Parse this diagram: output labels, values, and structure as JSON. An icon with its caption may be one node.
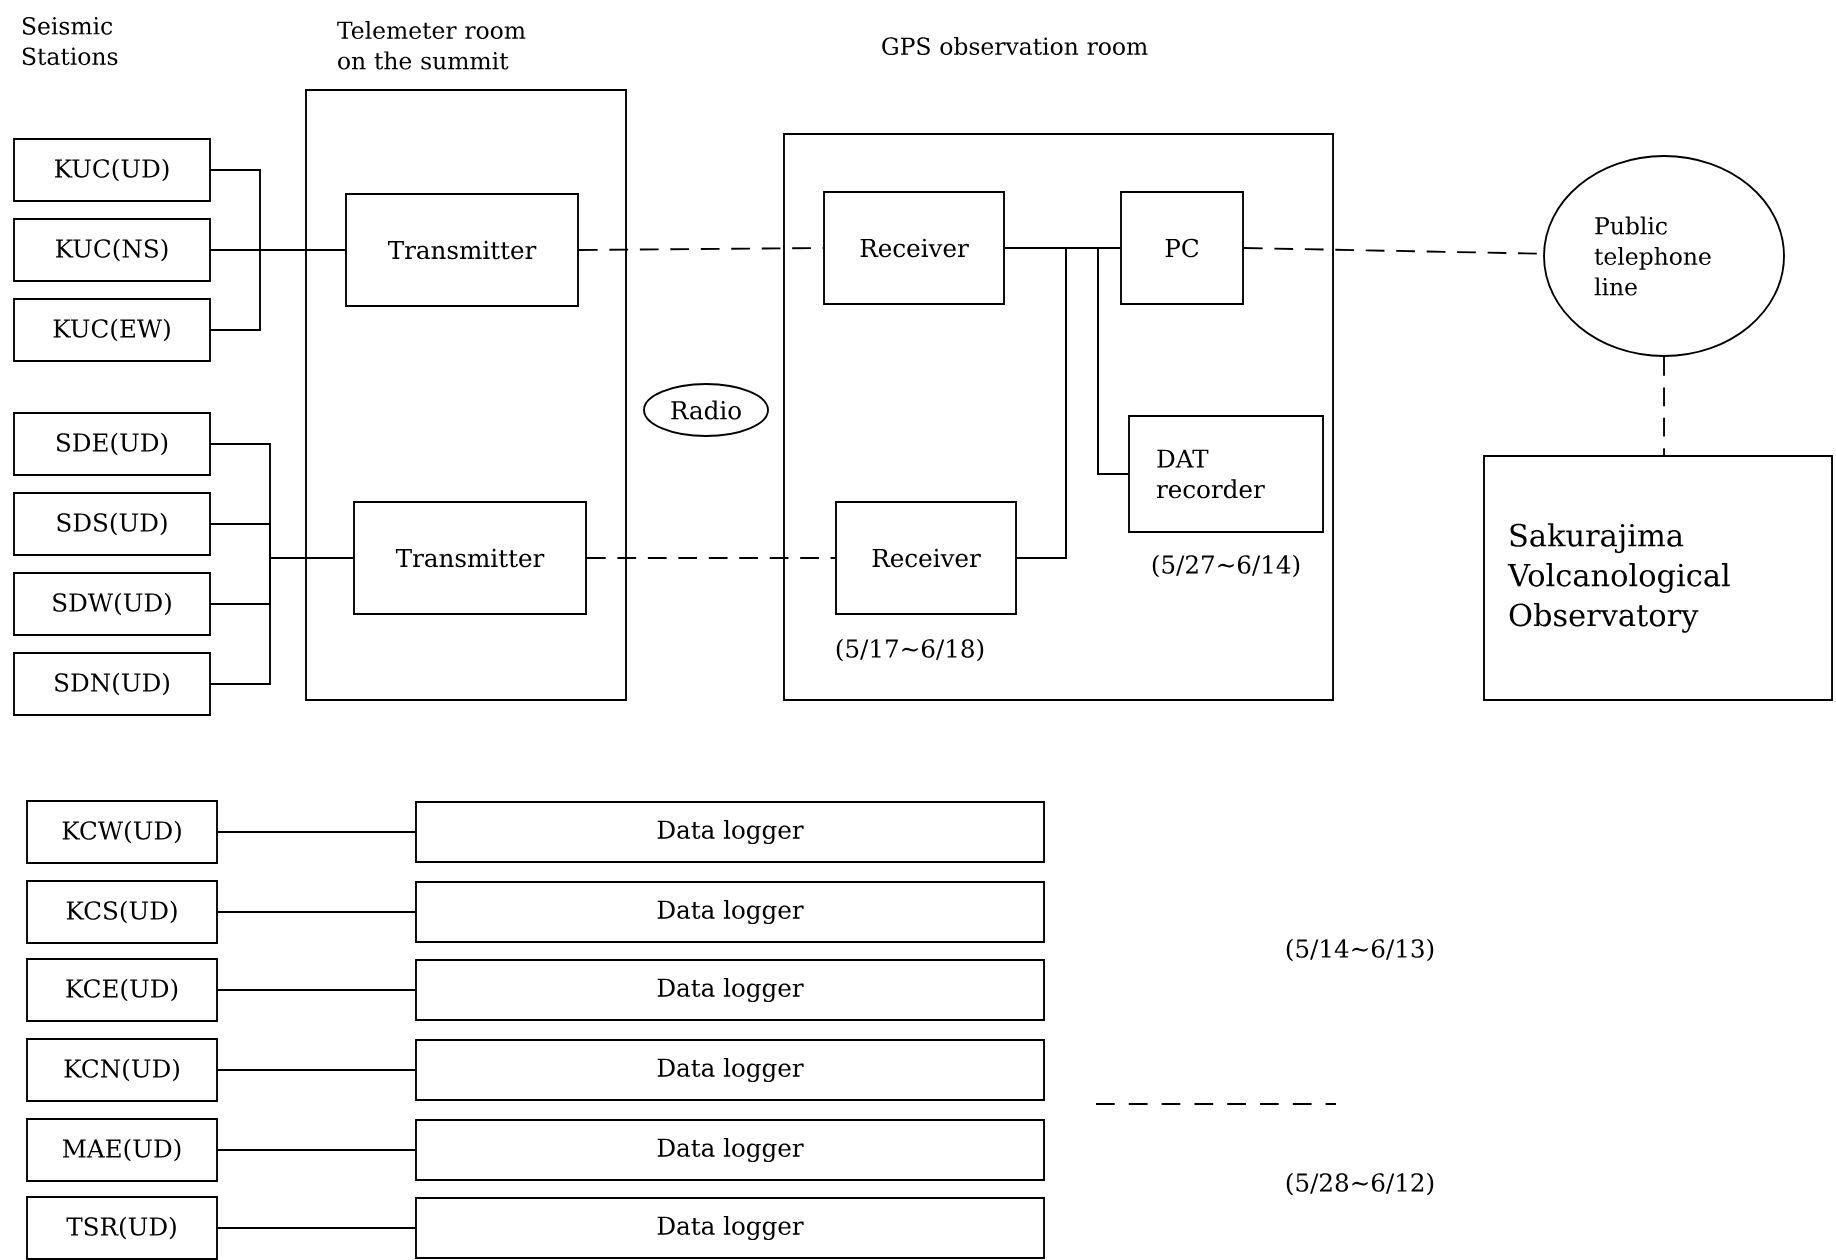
{
  "diagram": {
    "nodes": [
      {
        "text": [
          "Telemeter room on the summit"
        ]
      },
      {
        "text": [
          "GPS observation room"
        ]
      },
      {
        "text": [
          "KUC(UD)"
        ]
      },
      {
        "text": [
          "KUC(NS)"
        ]
      },
      {
        "text": [
          "KUC(EW)"
        ]
      },
      {
        "text": [
          "SDE(UD)"
        ]
      },
      {
        "text": [
          "SDS(UD)"
        ]
      },
      {
        "text": [
          "SDW(UD)"
        ]
      },
      {
        "text": [
          "SDN(UD)"
        ]
      },
      {
        "text": [
          "Transmitter"
        ],
        "in": 0
      },
      {
        "text": [
          "Transmitter"
        ],
        "in": 0
      },
      {
        "text": [
          "Radio"
        ]
      },
      {
        "text": [
          "Receiver"
        ],
        "in": 1
      },
      {
        "text": [
          "PC"
        ],
        "in": 1
      },
      {
        "text": [
          "DAT recorder"
        ],
        "in": 1,
        "beside": [
          "(5/27∼6/14)"
        ]
      },
      {
        "text": [
          "Receiver"
        ],
        "in": 1,
        "beside": [
          "(5/17∼6/18)"
        ]
      },
      {
        "text": [
          "Public telephone line"
        ]
      },
      {
        "text": [
          "Sakurajima Volcanological Observatory"
        ]
      },
      {
        "text": [
          "KCW(UD)"
        ]
      },
      {
        "text": [
          "KCS(UD)"
        ]
      },
      {
        "text": [
          "KCE(UD)"
        ]
      },
      {
        "text": [
          "KCN(UD)"
        ]
      },
      {
        "text": [
          "MAE(UD)"
        ]
      },
      {
        "text": [
          "TSR(UD)"
        ]
      },
      {
        "text": [
          "Data logger"
        ]
      },
      {
        "text": [
          "Data logger"
        ]
      },
      {
        "text": [
          "Data logger"
        ]
      },
      {
        "text": [
          "Data logger"
        ]
      },
      {
        "text": [
          "Data logger"
        ]
      },
      {
        "text": [
          "Data logger"
        ]
      }
    ],
    "edges": [
      {
        "from": 2,
        "to": 9,
        "arrow": "none"
      },
      {
        "from": 3,
        "to": 9,
        "arrow": "none"
      },
      {
        "from": 4,
        "to": 9,
        "arrow": "none"
      },
      {
        "from": 5,
        "to": 10,
        "arrow": "none"
      },
      {
        "from": 6,
        "to": 10,
        "arrow": "none"
      },
      {
        "from": 7,
        "to": 10,
        "arrow": "none"
      },
      {
        "from": 8,
        "to": 10,
        "arrow": "none"
      },
      {
        "from": 9,
        "to": 12,
        "arrow": "none",
        "style": "dashed"
      },
      {
        "from": 10,
        "to": 15,
        "arrow": "none",
        "style": "dashed"
      },
      {
        "from": 12,
        "to": 13,
        "arrow": "none"
      },
      {
        "from": 12,
        "to": 14,
        "arrow": "none"
      },
      {
        "from": 15,
        "to": 13,
        "arrow": "none"
      },
      {
        "from": 15,
        "to": 14,
        "arrow": "none"
      },
      {
        "from": 13,
        "to": 16,
        "arrow": "none",
        "style": "dashed"
      },
      {
        "from": 16,
        "to": 17,
        "arrow": "none",
        "style": "dashed"
      },
      {
        "from": 18,
        "to": 24,
        "arrow": "none"
      },
      {
        "from": 19,
        "to": 25,
        "arrow": "none"
      },
      {
        "from": 20,
        "to": 26,
        "arrow": "none"
      },
      {
        "from": 21,
        "to": 27,
        "arrow": "none"
      },
      {
        "from": 22,
        "to": 28,
        "arrow": "none"
      },
      {
        "from": 23,
        "to": 29,
        "arrow": "none"
      }
    ],
    "labels": [
      "Seismic Stations",
      "(5/14∼6/13)",
      "(5/28∼6/12)"
    ]
  }
}
